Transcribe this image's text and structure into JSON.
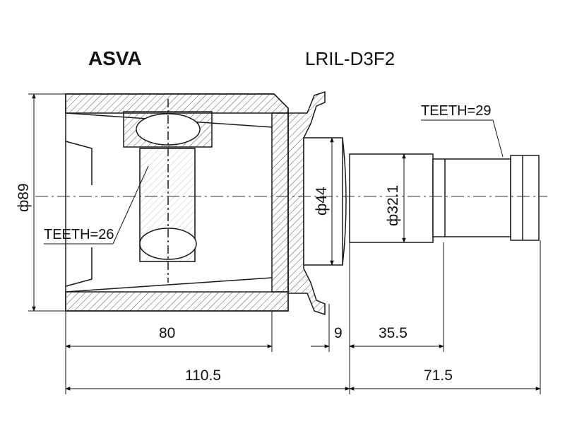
{
  "header": {
    "brand": "ASVA",
    "part_number": "LRIL-D3F2"
  },
  "annotations": {
    "teeth_outer": "TEETH=29",
    "teeth_inner": "TEETH=26"
  },
  "dimensions": {
    "housing_diameter": "ф89",
    "flange_diameter": "ф44",
    "shaft_diameter": "ф32.1",
    "housing_length": "80",
    "flange_gap": "9",
    "shaft_length": "35.5",
    "overall_left": "110.5",
    "overall_right": "71.5"
  },
  "colors": {
    "line": "#1a1a1a",
    "hatch": "#555555",
    "background": "#ffffff"
  }
}
